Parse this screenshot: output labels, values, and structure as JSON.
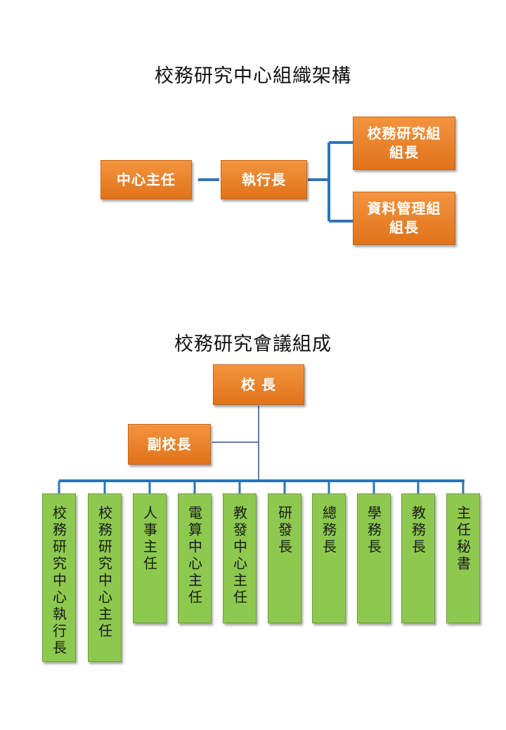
{
  "diagram1": {
    "title": "校務研究中心組織架構",
    "nodes": {
      "director": "中心主任",
      "executive": "執行長",
      "research_leader": "校務研究組\n組長",
      "data_leader": "資料管理組\n組長"
    }
  },
  "diagram2": {
    "title": "校務研究會議組成",
    "president": "校 長",
    "vice_president": "副校長",
    "members": [
      "校務研究中心執行長",
      "校務研究中心主任",
      "人事主任",
      "電算中心主任",
      "教發中心主任",
      "研發長",
      "總務長",
      "學務長",
      "教務長",
      "主任秘書"
    ]
  },
  "colors": {
    "orange": "#e97d27",
    "green": "#8dc94e",
    "connector": "#2e74b5"
  }
}
